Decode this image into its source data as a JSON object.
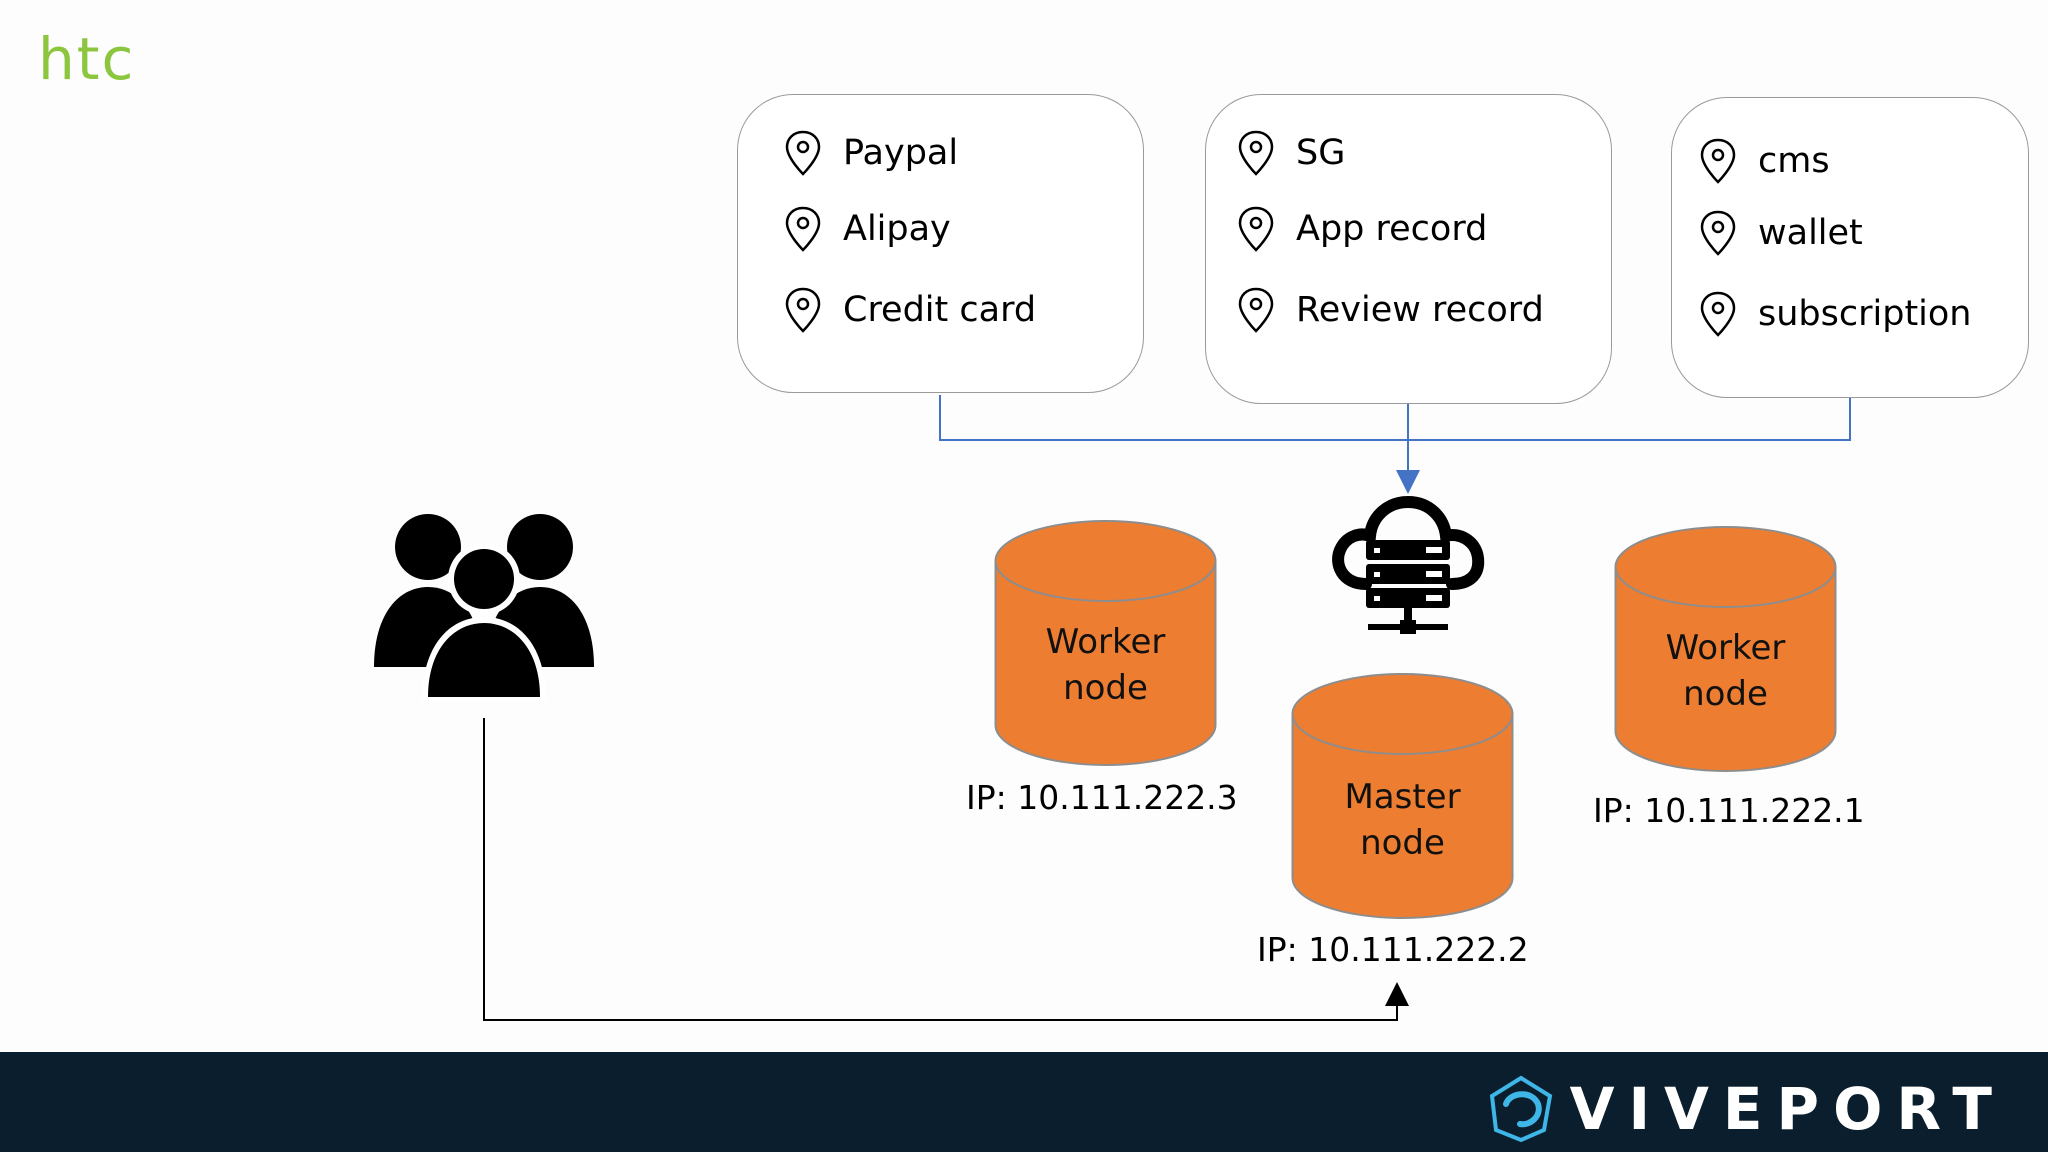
{
  "brand": {
    "htc_logo": "htc",
    "footer_logo": "VIVEPORT",
    "htc_color": "#8cc63f",
    "footer_color": "#0b1e2d"
  },
  "service_groups": [
    {
      "items": [
        "Paypal",
        "Alipay",
        "Credit card"
      ]
    },
    {
      "items": [
        "SG",
        "App record",
        "Review record"
      ]
    },
    {
      "items": [
        "cms",
        "wallet",
        "subscription"
      ]
    }
  ],
  "nodes": [
    {
      "label_line1": "Worker",
      "label_line2": "node",
      "ip": "IP: 10.111.222.3"
    },
    {
      "label_line1": "Master",
      "label_line2": "node",
      "ip": "IP: 10.111.222.2"
    },
    {
      "label_line1": "Worker",
      "label_line2": "node",
      "ip": "IP: 10.111.222.1"
    }
  ],
  "icons": {
    "service_item": "map-pin-icon",
    "users": "users-group-icon",
    "cloud": "cloud-server-icon",
    "node": "database-cylinder-icon"
  },
  "colors": {
    "node_fill": "#ed7d31",
    "node_stroke": "#8d8d8d",
    "connector_blue": "#4472c4",
    "connector_black": "#000000"
  }
}
